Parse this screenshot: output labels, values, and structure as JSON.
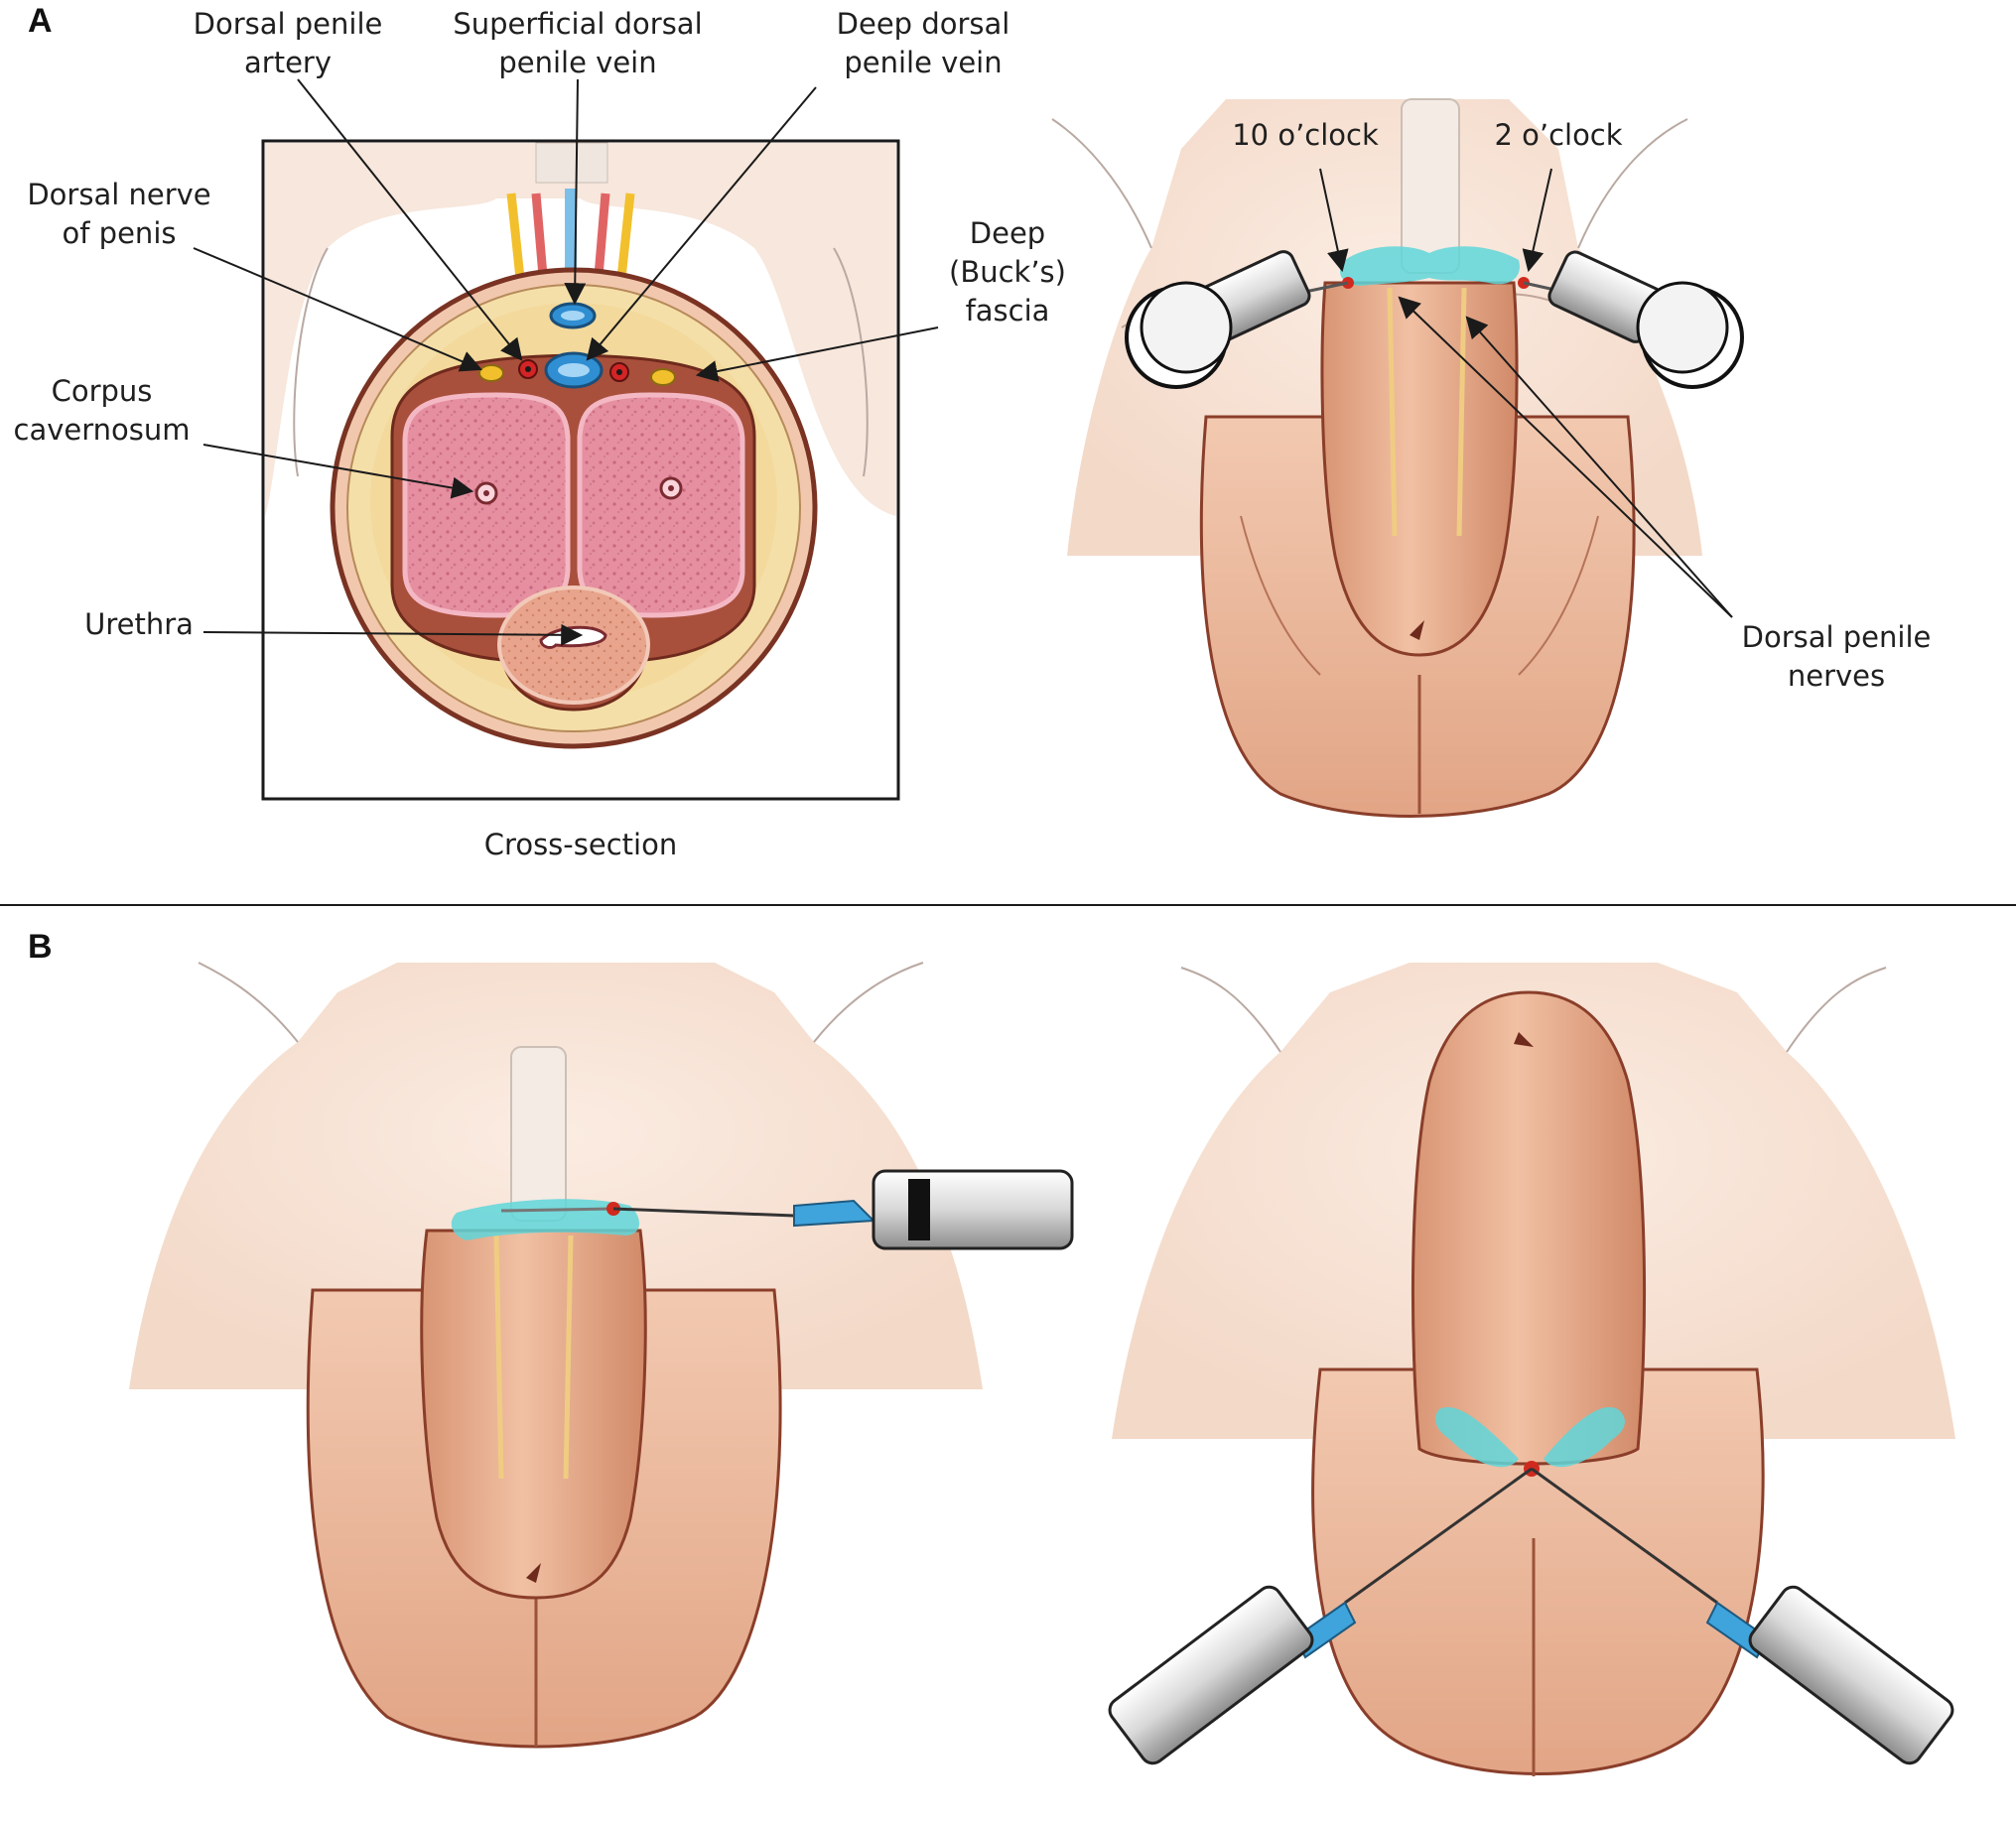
{
  "panels": {
    "a": {
      "letter": "A"
    },
    "b": {
      "letter": "B"
    }
  },
  "labels": {
    "dorsal_penile_artery": [
      "Dorsal penile",
      "artery"
    ],
    "superficial_dorsal_penile_vein": [
      "Superficial dorsal",
      "penile vein"
    ],
    "deep_dorsal_penile_vein": [
      "Deep dorsal",
      "penile vein"
    ],
    "dorsal_nerve_of_penis": [
      "Dorsal nerve",
      "of penis"
    ],
    "deep_bucks_fascia": [
      "Deep",
      "(Buck’s)",
      "fascia"
    ],
    "corpus_cavernosum": [
      "Corpus",
      "cavernosum"
    ],
    "urethra": "Urethra",
    "cross_section": "Cross-section",
    "ten_oclock": "10 o’clock",
    "two_oclock": "2 o’clock",
    "dorsal_penile_nerves": [
      "Dorsal penile",
      "nerves"
    ]
  },
  "colors": {
    "skin": "#e9b296",
    "skin_dark": "#c9845f",
    "outline": "#8a3e2a",
    "background_skin": "#f6e4d8",
    "anesthetic": "#5fd6d9",
    "corpus": "#e58fa0",
    "needle_hub": "#3fa3dc",
    "puncture": "#d02a1f",
    "nerve": "#f2c02c",
    "artery": "#d32525",
    "vein": "#2f8fd2"
  }
}
